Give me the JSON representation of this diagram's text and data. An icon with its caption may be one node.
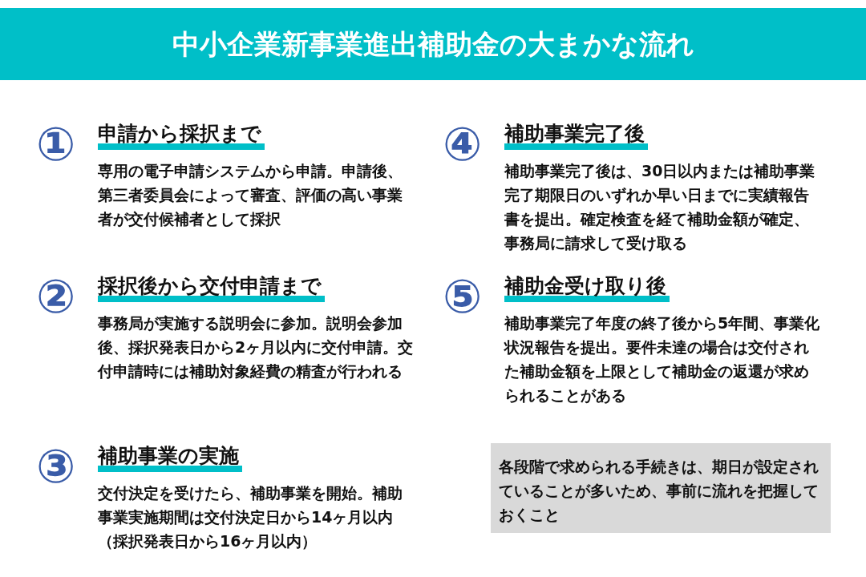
{
  "diagram": {
    "title": "中小企業新事業進出補助金の大まかな流れ",
    "nodes": [
      {
        "text": [
          "申請から採択まで",
          "専用の電子申請システムから申請。申請後、第三者委員会によって審査、評価の高い事業者が交付候補者として採択"
        ],
        "beside": [
          "①"
        ]
      },
      {
        "text": [
          "採択後から交付申請まで",
          "事務局が実施する説明会に参加。説明会参加後、採択発表日から2ヶ月以内に交付申請。交付申請時には補助対象経費の精査が行われる"
        ],
        "beside": [
          "②"
        ]
      },
      {
        "text": [
          "補助事業の実施",
          "交付決定を受けたら、補助事業を開始。補助事業実施期間は交付決定日から14ヶ月以内（採択発表日から16ヶ月以内）"
        ],
        "beside": [
          "③"
        ]
      },
      {
        "text": [
          "補助事業完了後",
          "補助事業完了後は、30日以内または補助事業完了期限日のいずれか早い日までに実績報告書を提出。確定検査を経て補助金額が確定、事務局に請求して受け取る"
        ],
        "beside": [
          "④"
        ]
      },
      {
        "text": [
          "補助金受け取り後",
          "補助事業完了年度の終了後から5年間、事業化状況報告を提出。要件未達の場合は交付された補助金額を上限として補助金の返還が求められることがある"
        ],
        "beside": [
          "⑤"
        ]
      },
      {
        "text": [
          "各段階で求められる手続きは、期日が設定されていることが多いため、事前に流れを把握しておくこと"
        ]
      }
    ],
    "edges": []
  }
}
